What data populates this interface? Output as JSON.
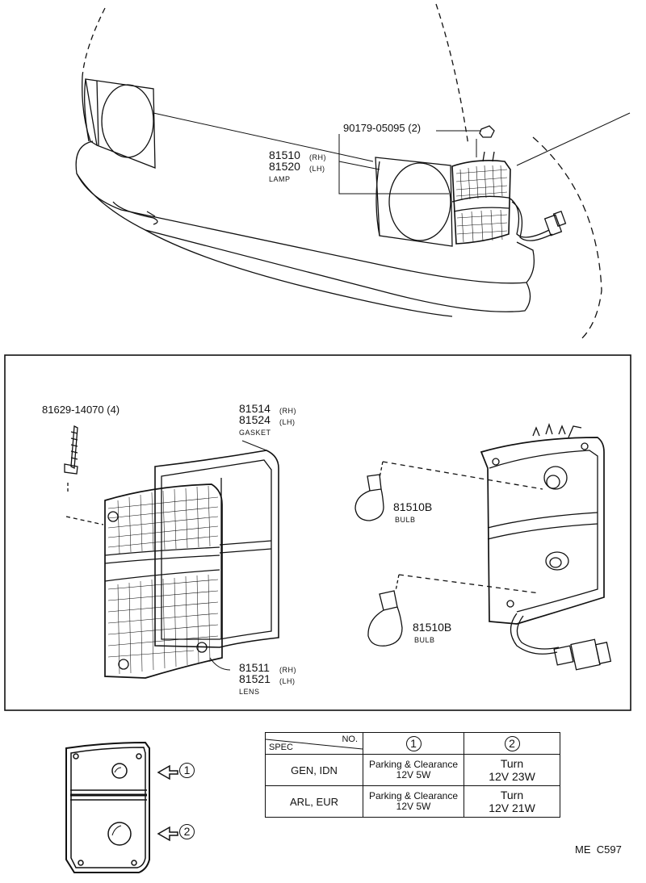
{
  "top_callouts": {
    "screw_part": "90179-05095 (2)",
    "lamp_rh": "81510",
    "lamp_rh_side": "(RH)",
    "lamp_lh": "81520",
    "lamp_lh_side": "(LH)",
    "lamp_name": "LAMP"
  },
  "detail_callouts": {
    "screw_part": "81629-14070 (4)",
    "gasket_rh": "81514",
    "gasket_rh_side": "(RH)",
    "gasket_lh": "81524",
    "gasket_lh_side": "(LH)",
    "gasket_name": "GASKET",
    "bulb1_part": "81510B",
    "bulb1_name": "BULB",
    "bulb2_part": "81510B",
    "bulb2_name": "BULB",
    "lens_rh": "81511",
    "lens_rh_side": "(RH)",
    "lens_lh": "81521",
    "lens_lh_side": "(LH)",
    "lens_name": "LENS"
  },
  "front_view": {
    "arrow1_label": "1",
    "arrow2_label": "2"
  },
  "spec_table": {
    "header_no": "NO.",
    "header_spec": "SPEC",
    "col1": "1",
    "col2": "2",
    "rows": [
      {
        "spec": "GEN, IDN",
        "c1_line1": "Parking & Clearance",
        "c1_line2": "12V 5W",
        "c2_line1": "Turn",
        "c2_line2": "12V 23W"
      },
      {
        "spec": "ARL, EUR",
        "c1_line1": "Parking & Clearance",
        "c1_line2": "12V 5W",
        "c2_line1": "Turn",
        "c2_line2": "12V 21W"
      }
    ]
  },
  "figure_code": "ME  C597",
  "colors": {
    "ink": "#111111",
    "paper": "#ffffff"
  }
}
